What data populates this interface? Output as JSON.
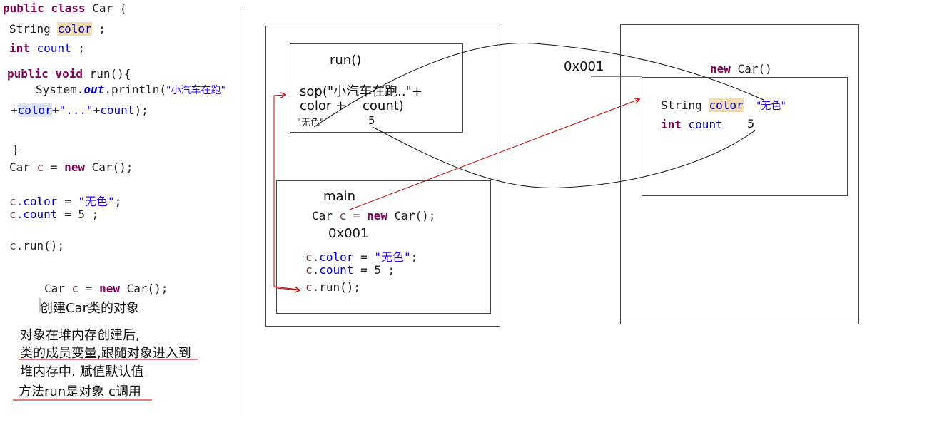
{
  "left_code": {
    "line1_kw": "public class",
    "line1_rest": " Car {",
    "line2_type": "String ",
    "line2_field": "color",
    "line2_end": " ;",
    "line3_kw": "int",
    "line3_field": " count",
    "line3_end": " ;",
    "line4_kw": "public void",
    "line4_rest": " run(){",
    "line5_a": "System.",
    "line5_out": "out",
    "line5_b": ".println(",
    "line5_str": "\"小汽车在跑\"",
    "line6_a": "+",
    "line6_color": "color",
    "line6_b": "+",
    "line6_str": "\"...\"",
    "line6_c": "+",
    "line6_count": "count",
    "line6_d": ");",
    "line7": "}",
    "line8_a": "Car ",
    "line8_var": "c",
    "line8_b": " = ",
    "line8_kw": "new",
    "line8_c": " Car();",
    "line9_var": "c",
    "line9_field": ".color",
    "line9_b": " = ",
    "line9_str": "\"无色\"",
    "line9_c": ";",
    "line10_var": "c",
    "line10_field": ".count",
    "line10_b": " = 5 ;",
    "line11_var": "c",
    "line11_b": ".run();"
  },
  "left_notes": {
    "code_a": "Car ",
    "code_var": "c",
    "code_b": " = ",
    "code_kw": "new",
    "code_c": " Car();",
    "note1": "创建Car类的对象",
    "note2": "对象在堆内存创建后,",
    "note3": "类的成员变量,跟随对象进入到",
    "note4": "堆内存中. 赋值默认值",
    "note5": "方法run是对象 c调用"
  },
  "run_frame": {
    "title": "run()",
    "line1": "sop(\"小汽车在跑..\"+",
    "line2": "color +    count)",
    "val_color": "\"无色\"",
    "val_count": "5"
  },
  "main_frame": {
    "title": "main",
    "line1_a": "Car ",
    "line1_var": "c",
    "line1_b": " = ",
    "line1_kw": "new",
    "line1_c": " Car();",
    "addr": "0x001",
    "line2_var": "c",
    "line2_field": ".color",
    "line2_b": " = ",
    "line2_str": "\"无色\"",
    "line2_c": ";",
    "line3_var": "c",
    "line3_field": ".count",
    "line3_b": " = 5 ;",
    "line4_var": "c",
    "line4_b": ".run();"
  },
  "heap": {
    "addr": "0x001",
    "new_kw": "new",
    "new_rest": " Car()",
    "field1_type": "String ",
    "field1_name": "color",
    "field1_val": "\"无色\"",
    "field2_kw": "int",
    "field2_name": " count",
    "field2_val": "5"
  },
  "colors": {
    "keyword": "#7f0055",
    "string": "#2a00ff",
    "field": "#0000c0",
    "arrow": "#c00000",
    "highlight": "#f1dcb3"
  }
}
